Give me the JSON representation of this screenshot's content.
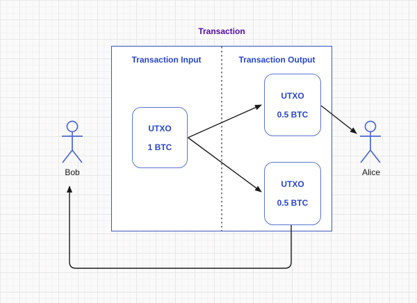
{
  "diagram": {
    "title": "Transaction",
    "container": {
      "input_label": "Transaction Input",
      "output_label": "Transaction Output"
    },
    "nodes": {
      "input_utxo": {
        "title": "UTXO",
        "amount": "1 BTC"
      },
      "output_utxo_top": {
        "title": "UTXO",
        "amount": "0.5 BTC"
      },
      "output_utxo_bottom": {
        "title": "UTXO",
        "amount": "0.5 BTC"
      }
    },
    "actors": {
      "sender": "Bob",
      "receiver": "Alice"
    },
    "colors": {
      "title_text": "#4f0ba5",
      "label_text": "#2845c7",
      "container_border": "#3f55c0",
      "node_border": "#5874cd",
      "actor_stroke": "#4a68ce",
      "arrow": "#1a1a1a",
      "grid_major": "#e8e8e8",
      "grid_minor": "#f3f2f2"
    }
  }
}
